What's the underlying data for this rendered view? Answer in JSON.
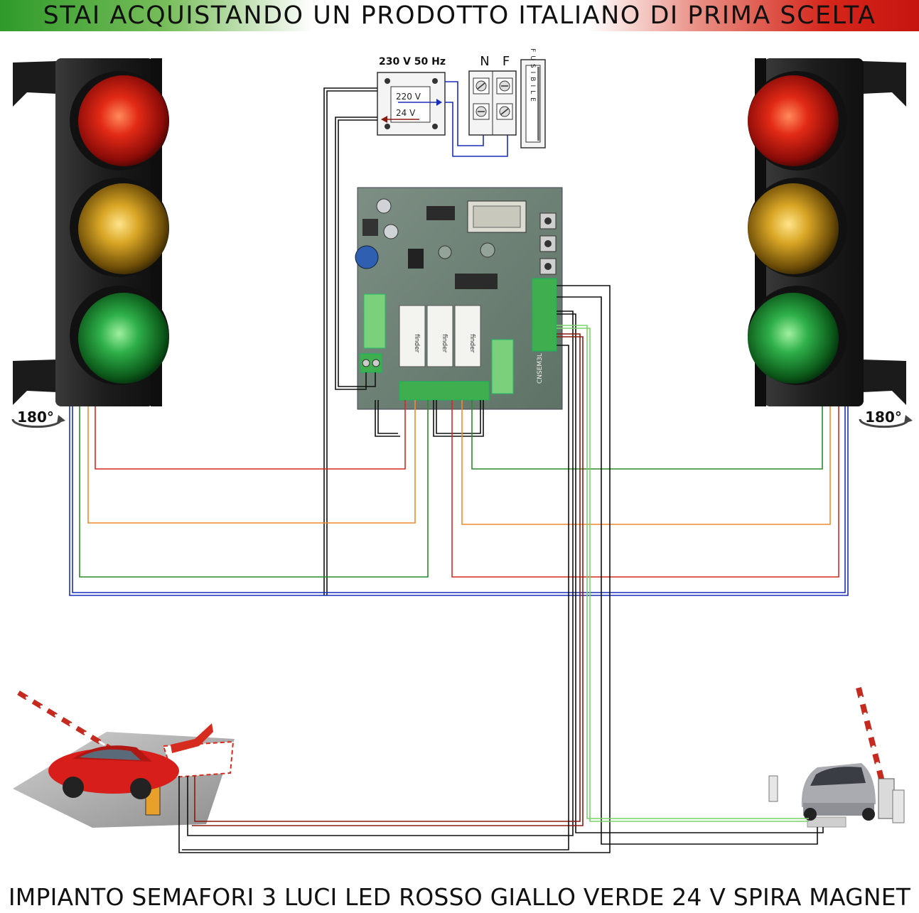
{
  "banner": {
    "text": "STAI ACQUISTANDO UN PRODOTTO ITALIANO DI PRIMA SCELTA"
  },
  "footer": {
    "text": "IMPIANTO SEMAFORI 3 LUCI LED ROSSO GIALLO VERDE 24 V SPIRA MAGNET"
  },
  "power_supply": {
    "label": "230 V 50 Hz",
    "primary": "220 V",
    "secondary": "24 V"
  },
  "terminals": {
    "neutral": "N",
    "phase": "F",
    "fuse": "FUSIBILE"
  },
  "traffic_lights": {
    "rotation_left": "180°",
    "rotation_right": "180°"
  },
  "board": {
    "relay_brand": "finder",
    "model": "CNSEM3L"
  },
  "colors": {
    "red_wire": "#d62b1f",
    "orange_wire": "#f08a2c",
    "green_wire": "#2b8a2b",
    "light_green_wire": "#7cd36a",
    "blue_wire": "#1a2fb8",
    "black_wire": "#111111",
    "dark_red_wire": "#8a1a10",
    "banner_green": "#2f9a2a",
    "banner_red": "#c61510"
  }
}
